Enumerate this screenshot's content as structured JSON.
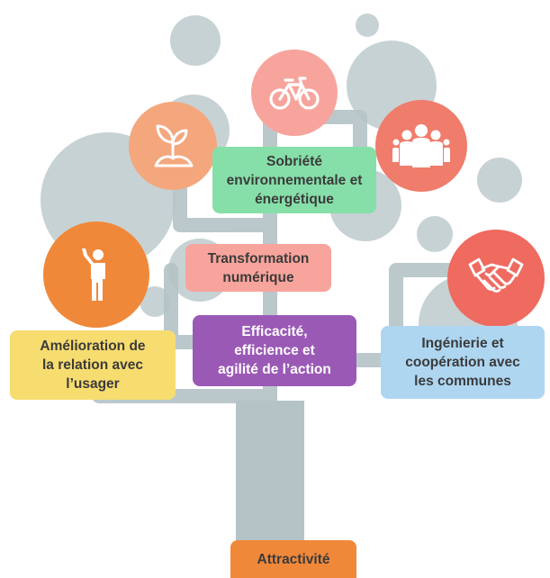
{
  "themes": [
    {
      "id": "sobriete",
      "label": "Sobriété\nenvironnementale et\nénergétique",
      "box_color": "#86dfa8",
      "text_color": "#3b3b3b"
    },
    {
      "id": "transformation",
      "label": "Transformation\nnumérique",
      "box_color": "#f7a49c",
      "text_color": "#3b3b3b"
    },
    {
      "id": "efficacite",
      "label": "Efficacité,\nefficience et\nagilité de l’action",
      "box_color": "#9b59b6",
      "text_color": "#ffffff"
    },
    {
      "id": "amelioration",
      "label": "Amélioration de\nla relation avec\nl’usager",
      "box_color": "#f7dc6f",
      "text_color": "#3b3b3b"
    },
    {
      "id": "ingenierie",
      "label": "Ingénierie et\ncoopération avec\nles communes",
      "box_color": "#aed6f1",
      "text_color": "#3b3b3b"
    },
    {
      "id": "attractivite",
      "label": "Attractivité",
      "box_color": "#f0883a",
      "text_color": "#3b3b3b"
    }
  ],
  "icons": [
    {
      "id": "bicycle",
      "name": "bicycle-icon",
      "color": "#f7a49c"
    },
    {
      "id": "sprout",
      "name": "sprout-icon",
      "color": "#f4a77d"
    },
    {
      "id": "people",
      "name": "people-group-icon",
      "color": "#f07c6c"
    },
    {
      "id": "person",
      "name": "person-waving-icon",
      "color": "#f0883a"
    },
    {
      "id": "handshake",
      "name": "handshake-icon",
      "color": "#ef6a5f"
    }
  ],
  "tree_color": "#b4c3c6"
}
